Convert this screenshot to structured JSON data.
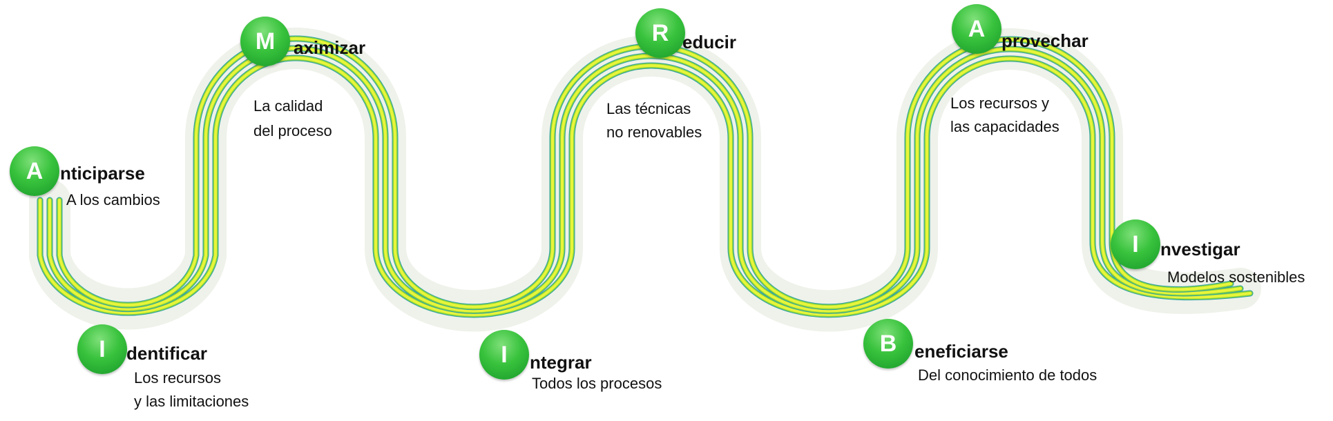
{
  "colors": {
    "track_yellow": "#e8f53a",
    "track_green": "#8ed43c",
    "track_teal": "#2a9fa8",
    "circle_green": "#2fb53a",
    "text": "#111111"
  },
  "steps": [
    {
      "letter": "A",
      "word": "nticiparse",
      "desc": [
        "A los cambios"
      ]
    },
    {
      "letter": "I",
      "word": "dentificar",
      "desc": [
        "Los recursos",
        "y las limitaciones"
      ]
    },
    {
      "letter": "M",
      "word": "aximizar",
      "desc": [
        "La calidad",
        "del proceso"
      ]
    },
    {
      "letter": "I",
      "word": "ntegrar",
      "desc": [
        "Todos los procesos"
      ]
    },
    {
      "letter": "R",
      "word": "educir",
      "desc": [
        "Las técnicas",
        "no renovables"
      ]
    },
    {
      "letter": "B",
      "word": "eneficiarse",
      "desc": [
        "Del conocimiento de todos"
      ]
    },
    {
      "letter": "A",
      "word": "provechar",
      "desc": [
        "Los recursos y",
        "las capacidades"
      ]
    },
    {
      "letter": "I",
      "word": "nvestigar",
      "desc": [
        "Modelos sostenibles"
      ]
    }
  ]
}
